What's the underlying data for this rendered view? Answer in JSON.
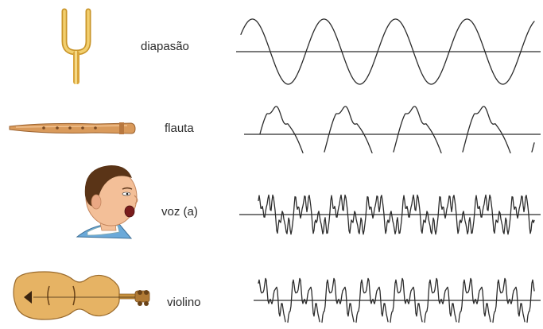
{
  "rows": [
    {
      "label": "diapasão",
      "icon": "tuning-fork-icon",
      "waveform": "pure-sine"
    },
    {
      "label": "flauta",
      "icon": "flute-icon",
      "waveform": "near-sine-with-harmonics"
    },
    {
      "label": "voz (a)",
      "icon": "human-head-singing-icon",
      "waveform": "complex-vowel"
    },
    {
      "label": "violino",
      "icon": "violin-icon",
      "waveform": "complex-string"
    }
  ],
  "colors": {
    "wave": "#2b2b2b",
    "brass": "#e8b94a",
    "wood": "#d79a5c",
    "skin": "#f3bf98",
    "hair": "#5a3417",
    "shirt": "#6aa9d9"
  }
}
